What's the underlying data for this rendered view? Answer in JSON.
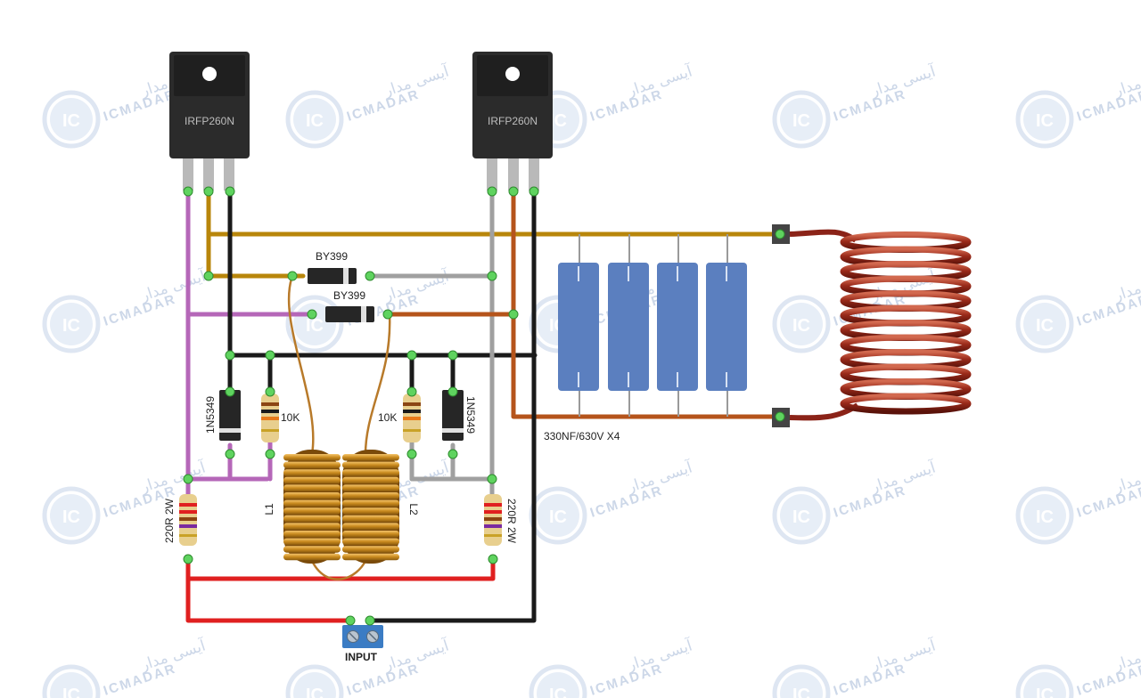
{
  "transistors": [
    {
      "label": "IRFP260N"
    },
    {
      "label": "IRFP260N"
    }
  ],
  "diodes": [
    {
      "label": "BY399"
    },
    {
      "label": "BY399"
    }
  ],
  "zeners": [
    {
      "label": "1N5349"
    },
    {
      "label": "1N5349"
    }
  ],
  "resistors_10k": [
    {
      "label": "10K"
    },
    {
      "label": "10K"
    }
  ],
  "resistors_220r": [
    {
      "label": "220R 2W"
    },
    {
      "label": "220R 2W"
    }
  ],
  "inductors": [
    {
      "label": "L1"
    },
    {
      "label": "L2"
    }
  ],
  "capacitor_bank": {
    "label": "330NF/630V X4"
  },
  "input": {
    "label": "INPUT"
  },
  "watermark": {
    "latin": "ICMADAR",
    "persian": "آیسی مدار",
    "logo": "IC"
  },
  "colors": {
    "purple": "#b567b8",
    "gold": "#b8860b",
    "black": "#1a1a1a",
    "gray": "#9e9e9e",
    "brown": "#b5541b",
    "red": "#e02020",
    "cap": "#5b7fbf",
    "coil": "#8b2318",
    "terminal": "#3b7cc4"
  }
}
